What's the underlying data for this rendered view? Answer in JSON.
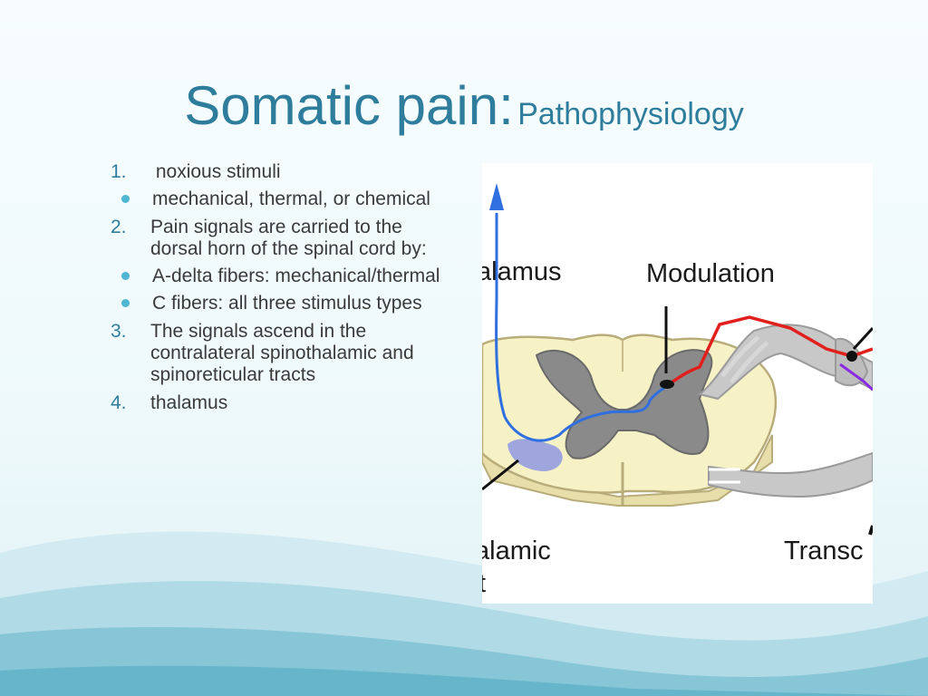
{
  "slide": {
    "title_main": "Somatic pain:",
    "title_sub": "Pathophysiology",
    "list": [
      {
        "num": "1.",
        "text": " noxious stimuli",
        "subs": [
          "mechanical, thermal, or chemical"
        ]
      },
      {
        "num": "2.",
        "text": "Pain signals are carried to the dorsal horn of the spinal cord by:",
        "subs": [
          "A-delta fibers: mechanical/thermal",
          "C fibers: all three stimulus types"
        ]
      },
      {
        "num": "3.",
        "text": "The signals ascend in the contralateral spinothalamic and spinoreticular tracts",
        "subs": []
      },
      {
        "num": "4.",
        "text": "thalamus",
        "subs": []
      }
    ]
  },
  "figure": {
    "label_thalamus": "alamus",
    "label_modulation": "Modulation",
    "label_tract_line1": "alamic",
    "label_tract_line2": "t",
    "label_transduction": "Transc"
  },
  "colors": {
    "title": "#2f7d9c",
    "text": "#3a3a3a",
    "bullet": "#4eb6d3",
    "white_matter": "#f6f2c6",
    "gray_matter": "#8a8a8a",
    "ascending_fiber": "#2f6fe0",
    "afferent_fiber": "#e0201c",
    "purple_fiber": "#8a2be2"
  }
}
